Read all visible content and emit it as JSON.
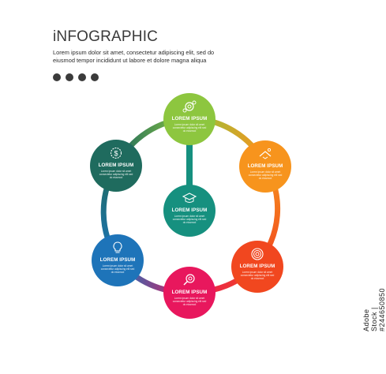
{
  "header": {
    "title": "iNFOGRAPHIC",
    "intro": "Lorem ipsum dolor sit amet, consectetur adipiscing elit, sed do eiusmod tempor incididunt ut labore et dolore magna aliqua"
  },
  "nodes": [
    {
      "id": "top",
      "label": "LOREM IPSUM",
      "sub": "Lorem ipsum dolor sit amet consectetur adipiscing elit sed do eiusmod",
      "color": "#8dc63f",
      "icon": "gear-coins-icon"
    },
    {
      "id": "upper-right",
      "label": "LOREM IPSUM",
      "sub": "Lorem ipsum dolor sit amet consectetur adipiscing elit sed do eiusmod",
      "color": "#f7941d",
      "icon": "graduation-pen-icon"
    },
    {
      "id": "lower-right",
      "label": "LOREM IPSUM",
      "sub": "Lorem ipsum dolor sit amet consectetur adipiscing elit sed do eiusmod",
      "color": "#f1471f",
      "icon": "target-icon"
    },
    {
      "id": "bottom",
      "label": "LOREM IPSUM",
      "sub": "Lorem ipsum dolor sit amet consectetur adipiscing elit sed do eiusmod",
      "color": "#e8175d",
      "icon": "magnifier-gear-icon"
    },
    {
      "id": "lower-left",
      "label": "LOREM IPSUM",
      "sub": "Lorem ipsum dolor sit amet consectetur adipiscing elit sed do eiusmod",
      "color": "#1e74b9",
      "icon": "lightbulb-icon"
    },
    {
      "id": "upper-left",
      "label": "LOREM IPSUM",
      "sub": "Lorem ipsum dolor sit amet consectetur adipiscing elit sed do eiusmod",
      "color": "#1f6b5e",
      "icon": "dollar-gear-icon"
    },
    {
      "id": "center",
      "label": "LOREM IPSUM",
      "sub": "Lorem ipsum dolor sit amet consectetur adipiscing elit sed do eiusmod",
      "color": "#16907f",
      "icon": "graduation-cap-icon"
    }
  ],
  "watermark": "Adobe Stock | #244650850"
}
